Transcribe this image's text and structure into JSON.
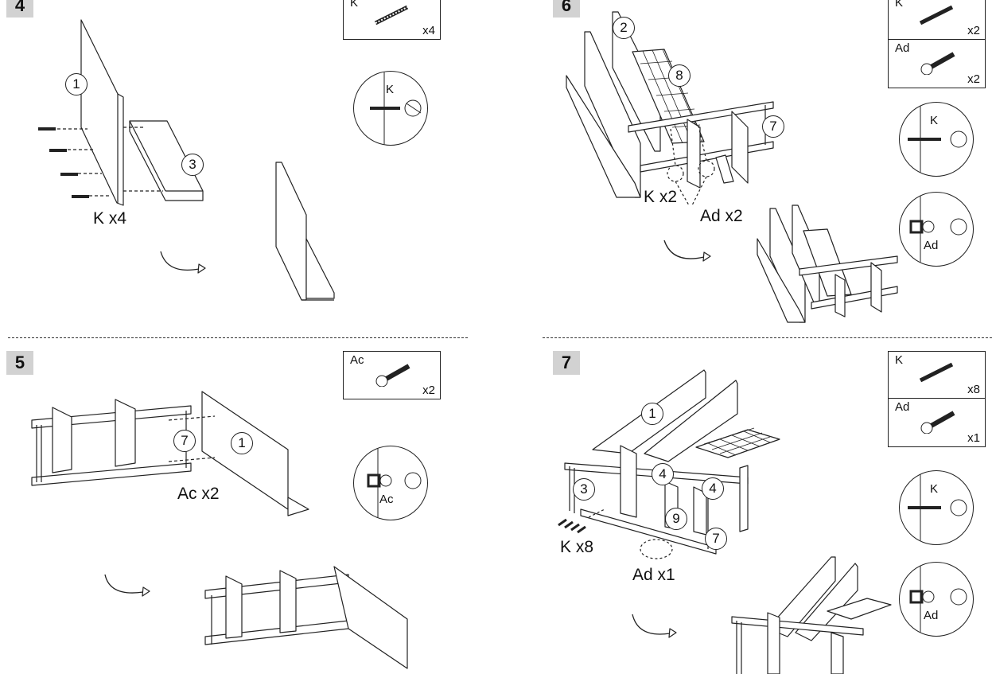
{
  "steps": [
    {
      "number": "4",
      "hardware": [
        {
          "code": "K",
          "qty": "x4"
        }
      ],
      "callouts": [
        "1",
        "3"
      ],
      "fastener_label": "K x4",
      "detail_code": "K"
    },
    {
      "number": "5",
      "hardware": [
        {
          "code": "Ac",
          "qty": "x2"
        }
      ],
      "callouts": [
        "7",
        "1"
      ],
      "fastener_label": "Ac x2",
      "detail_code": "Ac"
    },
    {
      "number": "6",
      "hardware": [
        {
          "code": "K",
          "qty": "x2"
        },
        {
          "code": "Ad",
          "qty": "x2"
        }
      ],
      "callouts": [
        "2",
        "8",
        "7"
      ],
      "fastener_labels": [
        "K x2",
        "Ad x2"
      ],
      "detail_codes": [
        "K",
        "Ad"
      ]
    },
    {
      "number": "7",
      "hardware": [
        {
          "code": "K",
          "qty": "x8"
        },
        {
          "code": "Ad",
          "qty": "x1"
        }
      ],
      "callouts": [
        "1",
        "3",
        "4",
        "4",
        "9",
        "7"
      ],
      "fastener_labels": [
        "K x8",
        "Ad x1"
      ],
      "detail_codes": [
        "K",
        "Ad"
      ]
    }
  ],
  "colors": {
    "badge": "#d2d2d2",
    "line": "#222222"
  }
}
